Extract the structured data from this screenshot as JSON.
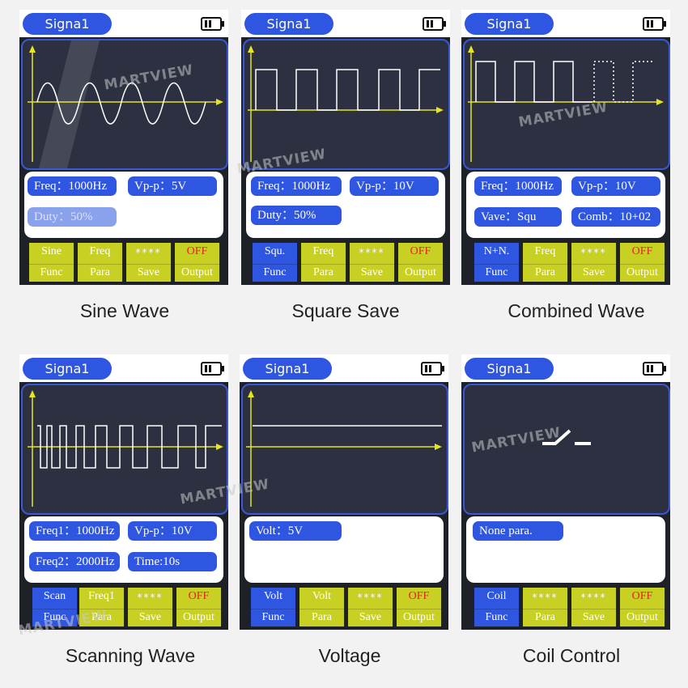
{
  "colors": {
    "pill": "#2f56e0",
    "button": "#c8d024",
    "screen": "#2c3040",
    "trace": "#ffffff",
    "axis": "#e6e61e",
    "off": "#e8202a"
  },
  "watermark": "MARTVIEW",
  "panels": [
    {
      "title": "Signa1",
      "caption": "Sine Wave",
      "params": [
        "Freq：1000Hz",
        "Vp-p：5V",
        "Duty：50%"
      ],
      "buttons": [
        {
          "top": "Sine",
          "bottom": "Func"
        },
        {
          "top": "Freq",
          "bottom": "Para"
        },
        {
          "top": "****",
          "bottom": "Save"
        },
        {
          "top": "OFF",
          "bottom": "Output"
        }
      ]
    },
    {
      "title": "Signa1",
      "caption": "Square Save",
      "params": [
        "Freq：1000Hz",
        "Vp-p：10V",
        "Duty：50%"
      ],
      "buttons": [
        {
          "top": "Squ.",
          "bottom": "Func"
        },
        {
          "top": "Freq",
          "bottom": "Para"
        },
        {
          "top": "****",
          "bottom": "Save"
        },
        {
          "top": "OFF",
          "bottom": "Output"
        }
      ]
    },
    {
      "title": "Signa1",
      "caption": "Combined Wave",
      "params": [
        "Freq：1000Hz",
        "Vp-p：10V",
        "Vave：Squ",
        "Comb：10+02"
      ],
      "buttons": [
        {
          "top": "N+N.",
          "bottom": "Func"
        },
        {
          "top": "Freq",
          "bottom": "Para"
        },
        {
          "top": "****",
          "bottom": "Save"
        },
        {
          "top": "OFF",
          "bottom": "Output"
        }
      ]
    },
    {
      "title": "Signa1",
      "caption": "Scanning Wave",
      "params": [
        "Freq1：1000Hz",
        "Vp-p：10V",
        "Freq2：2000Hz",
        "Time:10s"
      ],
      "buttons": [
        {
          "top": "Scan",
          "bottom": "Func"
        },
        {
          "top": "Freq1",
          "bottom": "Para"
        },
        {
          "top": "****",
          "bottom": "Save"
        },
        {
          "top": "OFF",
          "bottom": "Output"
        }
      ]
    },
    {
      "title": "Signa1",
      "caption": "Voltage",
      "params": [
        "Volt：5V"
      ],
      "buttons": [
        {
          "top": "Volt",
          "bottom": "Func"
        },
        {
          "top": "Volt",
          "bottom": "Para"
        },
        {
          "top": "****",
          "bottom": "Save"
        },
        {
          "top": "OFF",
          "bottom": "Output"
        }
      ]
    },
    {
      "title": "Signa1",
      "caption": "Coil Control",
      "params": [
        "None para."
      ],
      "buttons": [
        {
          "top": "Coil",
          "bottom": "Func"
        },
        {
          "top": "****",
          "bottom": "Para"
        },
        {
          "top": "****",
          "bottom": "Save"
        },
        {
          "top": "OFF",
          "bottom": "Output"
        }
      ]
    }
  ]
}
